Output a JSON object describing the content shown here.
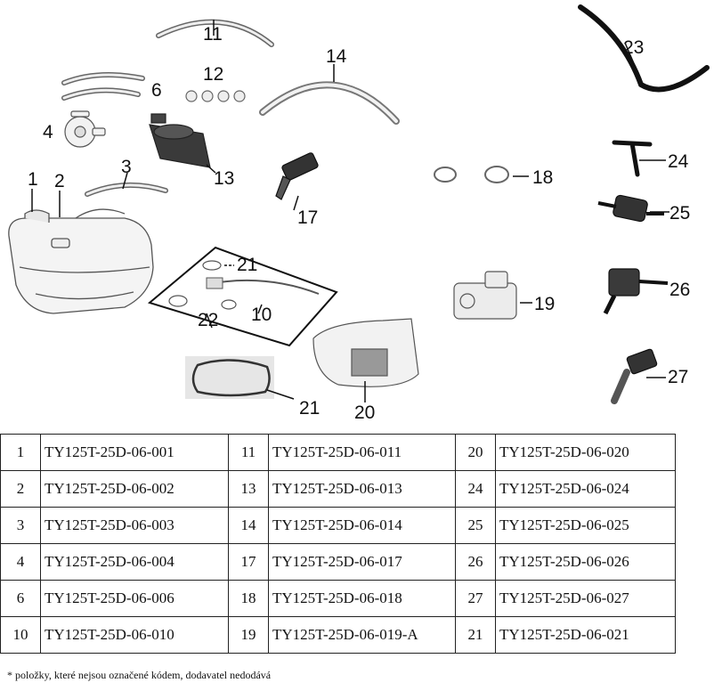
{
  "diagram": {
    "callouts": [
      "1",
      "2",
      "3",
      "4",
      "6",
      "10",
      "11",
      "12",
      "13",
      "14",
      "17",
      "18",
      "19",
      "20",
      "21",
      "21",
      "22",
      "23",
      "24",
      "25",
      "26",
      "27"
    ]
  },
  "table": {
    "rows": [
      [
        {
          "num": "1",
          "code": "TY125T-25D-06-001"
        },
        {
          "num": "11",
          "code": "TY125T-25D-06-011"
        },
        {
          "num": "20",
          "code": "TY125T-25D-06-020"
        }
      ],
      [
        {
          "num": "2",
          "code": "TY125T-25D-06-002"
        },
        {
          "num": "13",
          "code": "TY125T-25D-06-013"
        },
        {
          "num": "24",
          "code": "TY125T-25D-06-024"
        }
      ],
      [
        {
          "num": "3",
          "code": "TY125T-25D-06-003"
        },
        {
          "num": "14",
          "code": "TY125T-25D-06-014"
        },
        {
          "num": "25",
          "code": "TY125T-25D-06-025"
        }
      ],
      [
        {
          "num": "4",
          "code": "TY125T-25D-06-004"
        },
        {
          "num": "17",
          "code": "TY125T-25D-06-017"
        },
        {
          "num": "26",
          "code": "TY125T-25D-06-026"
        }
      ],
      [
        {
          "num": "6",
          "code": "TY125T-25D-06-006"
        },
        {
          "num": "18",
          "code": "TY125T-25D-06-018"
        },
        {
          "num": "27",
          "code": "TY125T-25D-06-027"
        }
      ],
      [
        {
          "num": "10",
          "code": "TY125T-25D-06-010"
        },
        {
          "num": "19",
          "code": "TY125T-25D-06-019-A"
        },
        {
          "num": "21",
          "code": "TY125T-25D-06-021"
        }
      ]
    ]
  },
  "footnote": "* položky, které nejsou označené kódem, dodavatel nedodává"
}
